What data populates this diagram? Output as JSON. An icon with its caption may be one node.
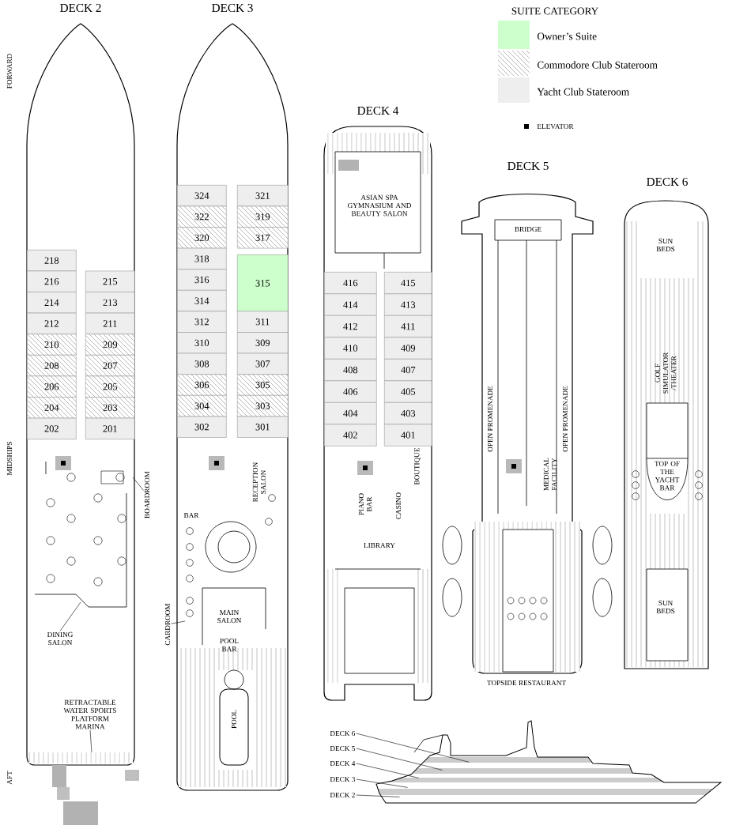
{
  "diagram": {
    "nodes": [
      {
        "text": [
          "DECK 2"
        ]
      },
      {
        "text": [
          "218"
        ],
        "in": 0
      },
      {
        "text": [
          "216"
        ],
        "in": 0
      },
      {
        "text": [
          "215"
        ],
        "in": 0
      },
      {
        "text": [
          "214"
        ],
        "in": 0
      },
      {
        "text": [
          "213"
        ],
        "in": 0
      },
      {
        "text": [
          "212"
        ],
        "in": 0
      },
      {
        "text": [
          "211"
        ],
        "in": 0
      },
      {
        "text": [
          "210"
        ],
        "in": 0
      },
      {
        "text": [
          "209"
        ],
        "in": 0
      },
      {
        "text": [
          "208"
        ],
        "in": 0
      },
      {
        "text": [
          "207"
        ],
        "in": 0
      },
      {
        "text": [
          "206"
        ],
        "in": 0
      },
      {
        "text": [
          "205"
        ],
        "in": 0
      },
      {
        "text": [
          "204"
        ],
        "in": 0
      },
      {
        "text": [
          "203"
        ],
        "in": 0
      },
      {
        "text": [
          "202"
        ],
        "in": 0
      },
      {
        "text": [
          "201"
        ],
        "in": 0
      },
      {
        "text": [
          "DINING SALON"
        ],
        "in": 0
      },
      {
        "text": [
          "RETRACTABLE WATER SPORTS PLATFORM MARINA"
        ],
        "in": 0
      },
      {
        "text": [
          "BOARDROOM"
        ]
      },
      {
        "text": [
          "DECK 3"
        ]
      },
      {
        "text": [
          "324"
        ],
        "in": 21
      },
      {
        "text": [
          "321"
        ],
        "in": 21
      },
      {
        "text": [
          "322"
        ],
        "in": 21
      },
      {
        "text": [
          "319"
        ],
        "in": 21
      },
      {
        "text": [
          "320"
        ],
        "in": 21
      },
      {
        "text": [
          "317"
        ],
        "in": 21
      },
      {
        "text": [
          "318"
        ],
        "in": 21
      },
      {
        "text": [
          "316"
        ],
        "in": 21
      },
      {
        "text": [
          "315"
        ],
        "in": 21
      },
      {
        "text": [
          "314"
        ],
        "in": 21
      },
      {
        "text": [
          "312"
        ],
        "in": 21
      },
      {
        "text": [
          "311"
        ],
        "in": 21
      },
      {
        "text": [
          "310"
        ],
        "in": 21
      },
      {
        "text": [
          "309"
        ],
        "in": 21
      },
      {
        "text": [
          "308"
        ],
        "in": 21
      },
      {
        "text": [
          "307"
        ],
        "in": 21
      },
      {
        "text": [
          "306"
        ],
        "in": 21
      },
      {
        "text": [
          "305"
        ],
        "in": 21
      },
      {
        "text": [
          "304"
        ],
        "in": 21
      },
      {
        "text": [
          "303"
        ],
        "in": 21
      },
      {
        "text": [
          "302"
        ],
        "in": 21
      },
      {
        "text": [
          "301"
        ],
        "in": 21
      },
      {
        "text": [
          "CARDROOM"
        ]
      },
      {
        "text": [
          "DECK 4"
        ]
      },
      {
        "text": [
          "416"
        ],
        "in": 45
      },
      {
        "text": [
          "415"
        ],
        "in": 45
      },
      {
        "text": [
          "414"
        ],
        "in": 45
      },
      {
        "text": [
          "413"
        ],
        "in": 45
      },
      {
        "text": [
          "412"
        ],
        "in": 45
      },
      {
        "text": [
          "411"
        ],
        "in": 45
      },
      {
        "text": [
          "410"
        ],
        "in": 45
      },
      {
        "text": [
          "409"
        ],
        "in": 45
      },
      {
        "text": [
          "408"
        ],
        "in": 45
      },
      {
        "text": [
          "407"
        ],
        "in": 45
      },
      {
        "text": [
          "406"
        ],
        "in": 45
      },
      {
        "text": [
          "405"
        ],
        "in": 45
      },
      {
        "text": [
          "404"
        ],
        "in": 45
      },
      {
        "text": [
          "403"
        ],
        "in": 45
      },
      {
        "text": [
          "402"
        ],
        "in": 45
      },
      {
        "text": [
          "401"
        ],
        "in": 45
      },
      {
        "text": [
          "DECK 5"
        ]
      },
      {
        "text": [
          "DECK 6"
        ]
      },
      {
        "text": [],
        "shape": "picture"
      },
      {
        "text": [
          "DECK 6"
        ]
      },
      {
        "text": [
          "DECK 5"
        ]
      },
      {
        "text": [
          "DECK 4"
        ]
      },
      {
        "text": [
          "DECK 3"
        ]
      },
      {
        "text": [
          "DECK 2"
        ]
      }
    ],
    "edges": [
      {
        "from": 18,
        "to": null,
        "arrow": "none"
      },
      {
        "from": 19,
        "to": null,
        "arrow": "none"
      },
      {
        "from": 20,
        "to": null,
        "arrow": "none"
      },
      {
        "from": 44,
        "to": null,
        "arrow": "none"
      },
      {
        "from": 65,
        "to": 64,
        "arrow": "none"
      },
      {
        "from": 66,
        "to": 64,
        "arrow": "none"
      },
      {
        "from": 67,
        "to": 64,
        "arrow": "none"
      },
      {
        "from": 68,
        "to": 64,
        "arrow": "none"
      },
      {
        "from": 69,
        "to": 64,
        "arrow": "none"
      }
    ],
    "labels": [
      "FORWARD",
      "MIDSHIPS",
      "AFT",
      "SUITE CATEGORY",
      "RECEPTION SALON",
      "BAR",
      "MAIN SALON",
      "POOL BAR",
      "POOL",
      "ASIAN SPA GYMNASIUM AND BEAUTY SALON",
      "BOUTIQUE",
      "PIANO BAR",
      "CASINO",
      "LIBRARY",
      "BRIDGE",
      "OPEN PROMENADE",
      "OPEN PROMENADE",
      "MEDICAL FACILITY",
      "TOPSIDE RESTAURANT",
      "SUN BEDS",
      "GOLF SIMULATOR /THEATER",
      "TOP OF THE YACHT BAR",
      "SUN BEDS"
    ],
    "legend": [
      {
        "text": "Owner’s Suite",
        "color": "#ccffcc"
      },
      {
        "text": "Commodore Club Stateroom"
      },
      {
        "text": "Yacht Club Stateroom",
        "color": "#eeeeee"
      },
      {
        "text": "ELEVATOR"
      }
    ]
  }
}
